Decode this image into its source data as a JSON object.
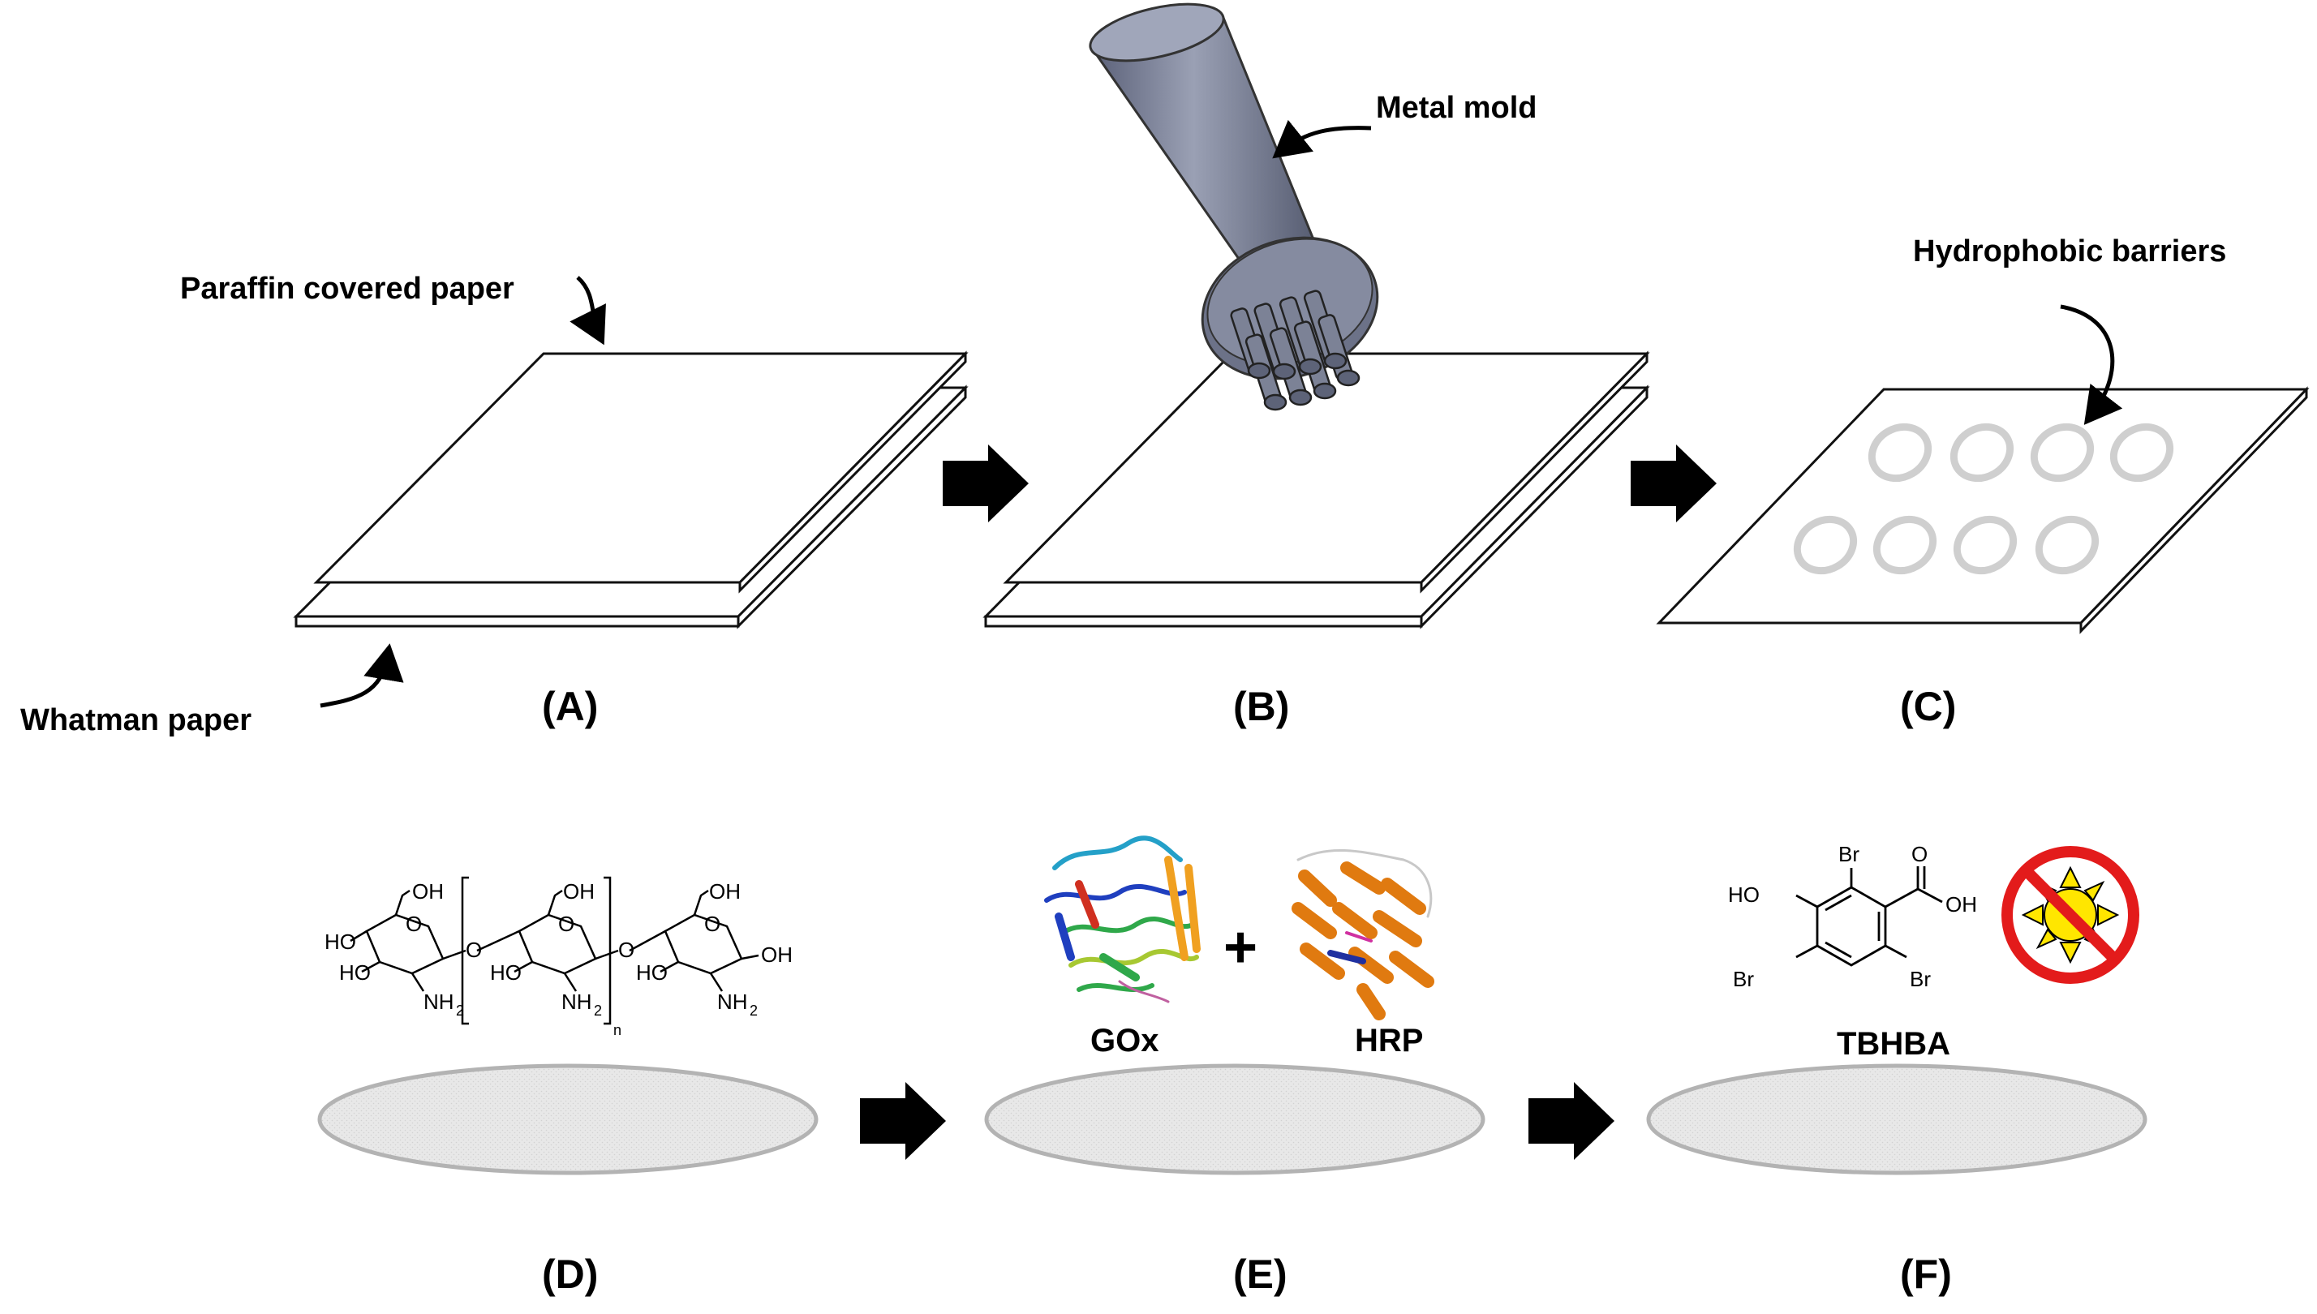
{
  "labels": {
    "paraffin": "Paraffin covered paper",
    "whatman": "Whatman paper",
    "metal_mold": "Metal mold",
    "hydrophobic": "Hydrophobic barriers",
    "gox": "GOx",
    "plus": "+",
    "hrp": "HRP",
    "tbhba": "TBHBA"
  },
  "panels": {
    "a": "(A)",
    "b": "(B)",
    "c": "(C)",
    "d": "(D)",
    "e": "(E)",
    "f": "(F)"
  },
  "chitosan": {
    "oh": "OH",
    "ho": "HO",
    "o": "O",
    "nh": "NH",
    "sub2": "2",
    "n": "n"
  },
  "tbhba_struct": {
    "br": "Br",
    "ho": "HO",
    "oh": "OH",
    "o": "O"
  },
  "colors": {
    "paper_stroke": "#111111",
    "mold_body": "#7a8096",
    "barrier_ring": "#cfcfcf",
    "disc_fill": "#e6e6e6",
    "disc_stroke": "#b3b3b3",
    "no_sign_red": "#e31b1b",
    "sun_yellow": "#ffe600",
    "gox_palette": [
      "#1f3fbf",
      "#24a0c8",
      "#2fa84a",
      "#a7c832",
      "#f0a020",
      "#d03020"
    ],
    "hrp_orange": "#e07a10"
  },
  "icons": [
    "metal-mold-icon",
    "gox-protein-icon",
    "hrp-protein-icon",
    "no-light-icon"
  ]
}
